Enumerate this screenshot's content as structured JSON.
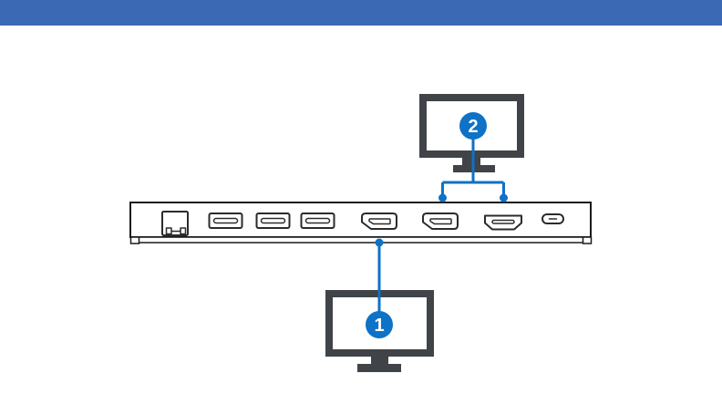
{
  "colors": {
    "header_bar": "#3C69B4",
    "connector_blue": "#0E72C6",
    "monitor_frame": "#404448",
    "dock_outline": "#1A1A1A",
    "background": "#FFFFFF"
  },
  "callouts": {
    "monitor1": {
      "label": "1"
    },
    "monitor2": {
      "label": "2"
    }
  },
  "dock": {
    "ports": [
      "ethernet",
      "usb-a",
      "usb-a",
      "usb-a",
      "displayport",
      "displayport",
      "hdmi",
      "usb-c"
    ]
  }
}
